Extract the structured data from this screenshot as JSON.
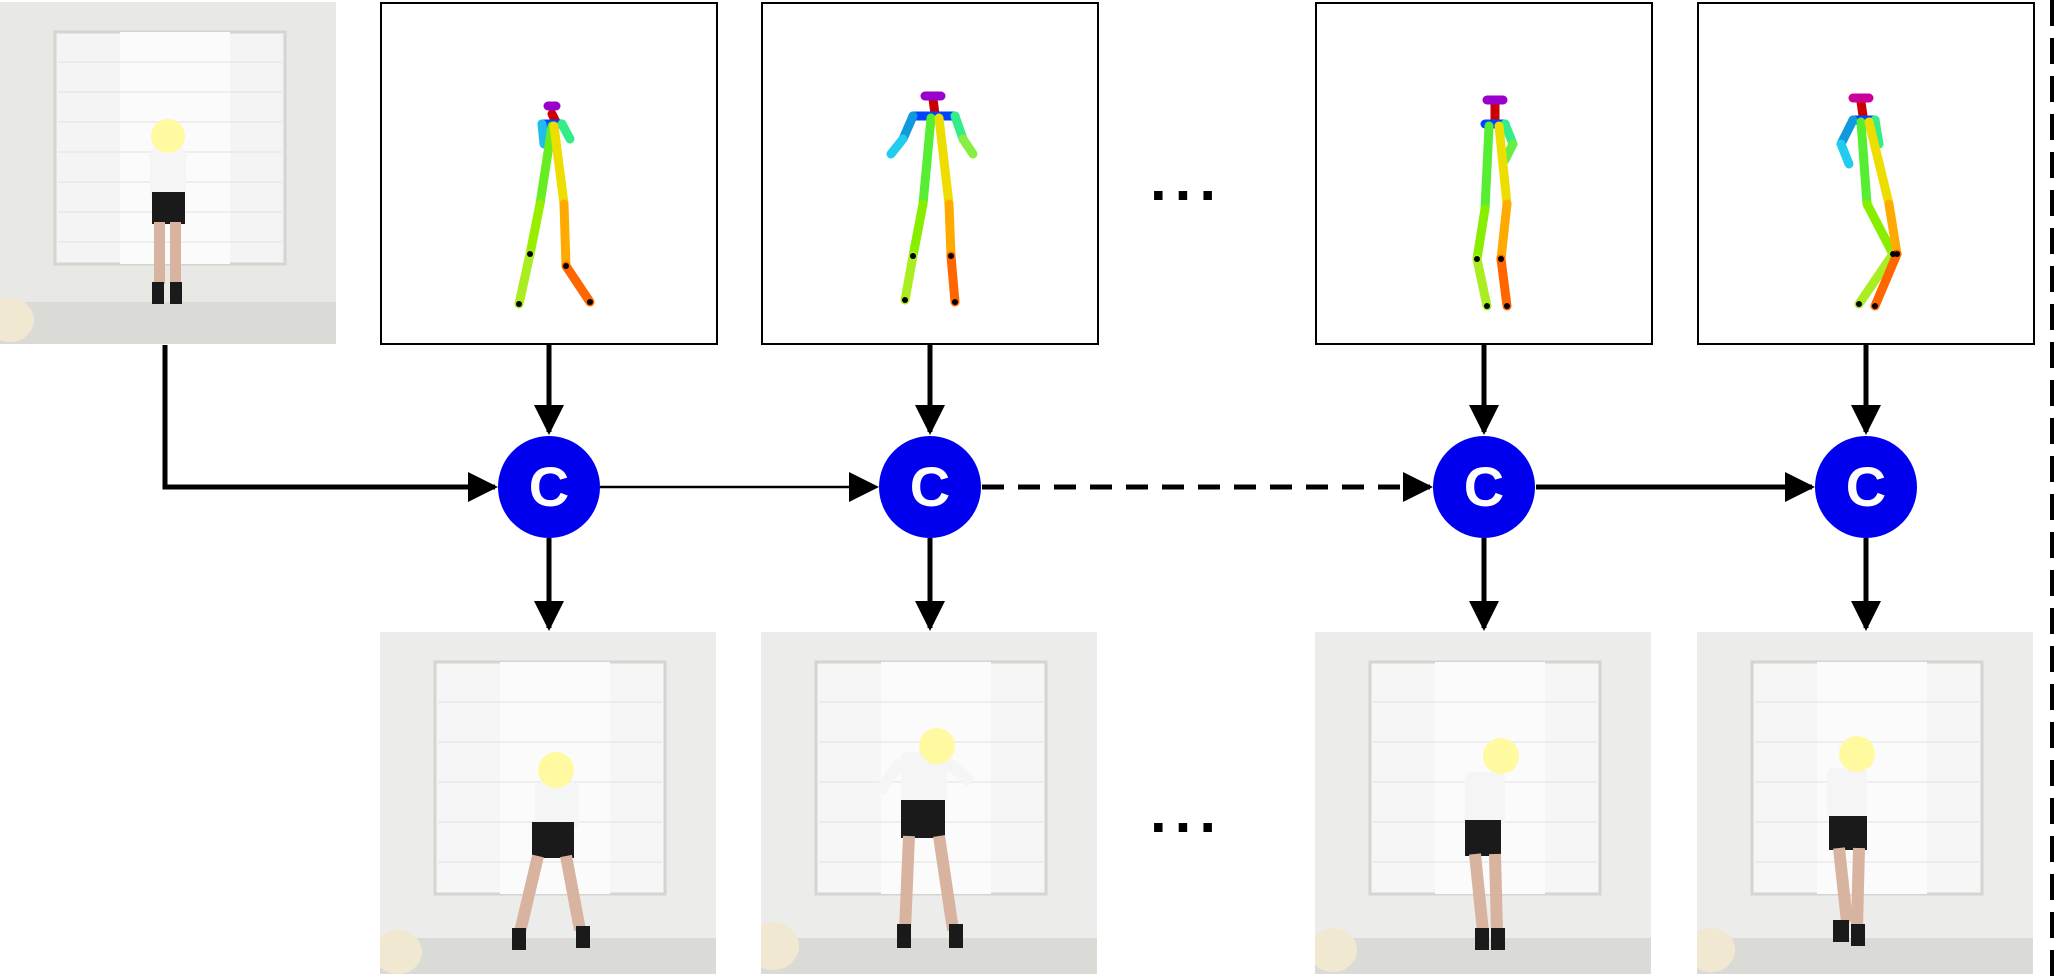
{
  "diagram": {
    "node_label": "C",
    "ellipsis": "...",
    "colors": {
      "node_fill": "#0000ee",
      "node_text": "#ffffff",
      "arrow": "#000000",
      "photo_wall": "#e9e9e7",
      "photo_floor": "#d9d9d6",
      "face_mask": "#fffaa0"
    },
    "source_image": {
      "icon": "dancer-reference-photo"
    },
    "pose_frames": [
      {
        "id": "pose-1",
        "icon": "skeleton-pose-icon"
      },
      {
        "id": "pose-2",
        "icon": "skeleton-pose-icon"
      },
      {
        "id": "pose-3",
        "icon": "skeleton-pose-icon"
      },
      {
        "id": "pose-4",
        "icon": "skeleton-pose-icon"
      }
    ],
    "output_frames": [
      {
        "id": "output-1",
        "icon": "dancer-output-photo"
      },
      {
        "id": "output-2",
        "icon": "dancer-output-photo"
      },
      {
        "id": "output-3",
        "icon": "dancer-output-photo"
      },
      {
        "id": "output-4",
        "icon": "dancer-output-photo"
      }
    ],
    "connections": [
      {
        "from": "source",
        "to": "c1",
        "style": "solid"
      },
      {
        "from": "c1",
        "to": "c2",
        "style": "solid"
      },
      {
        "from": "c2",
        "to": "c3",
        "style": "dashed"
      },
      {
        "from": "c3",
        "to": "c4",
        "style": "solid"
      }
    ]
  }
}
